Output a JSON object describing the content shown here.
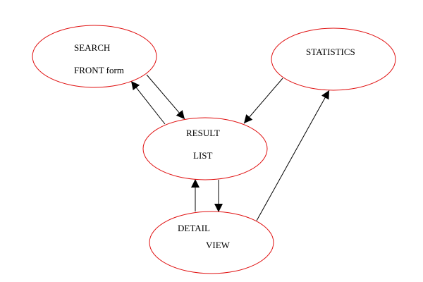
{
  "diagram": {
    "colors": {
      "node_stroke": "#e01010",
      "edge": "#000000",
      "background": "#ffffff"
    },
    "nodes": {
      "search_front": {
        "line1": "SEARCH",
        "line2": "FRONT form"
      },
      "statistics": {
        "line1": "STATISTICS"
      },
      "result_list": {
        "line1": "RESULT",
        "line2": "LIST"
      },
      "detail_view": {
        "line1": "DETAIL",
        "line2": "VIEW"
      }
    },
    "edges": [
      {
        "from": "SEARCH FRONT form",
        "to": "RESULT LIST"
      },
      {
        "from": "RESULT LIST",
        "to": "SEARCH FRONT form"
      },
      {
        "from": "STATISTICS",
        "to": "RESULT LIST"
      },
      {
        "from": "RESULT LIST",
        "to": "DETAIL VIEW"
      },
      {
        "from": "DETAIL VIEW",
        "to": "RESULT LIST"
      },
      {
        "from": "DETAIL VIEW",
        "to": "STATISTICS"
      }
    ]
  }
}
